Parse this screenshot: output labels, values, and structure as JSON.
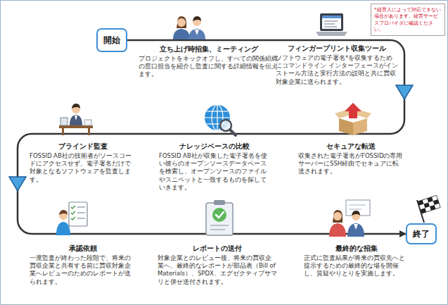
{
  "diagram": {
    "nodes": [
      {
        "text": [
          "開始"
        ]
      },
      {
        "text": [
          "立ち上げ時招集、ミーティング",
          "プロジェクトをキックオフし、すべての関係組織の窓口担当を紹介し監査に関する詳細情報を伝えます。"
        ]
      },
      {
        "text": [
          "フィンガープリント収集ツール",
          "ソフトウェアの電子署名*を収集するためにコマンドライン インターフェースがインストール方法と実行方法の説明と共に買収対象企業に送られます。"
        ]
      },
      {
        "text": [
          "セキュアな転送",
          "収集された電子署名がFOSSIDの専用サーバーにSSH経由でセキュアに転送されます。"
        ]
      },
      {
        "text": [
          "ナレッジベースの比較",
          "FOSSID AB社が収集した電子署名を使い彼らのオープンソースデータベースを検索し、オープンソースのファイルやスニペットと一致するものを探していきます。"
        ]
      },
      {
        "text": [
          "ブラインド監査",
          "FOSSID AB社の技術者がソースコードにアクセスせず、電子署名だけで対象となるソフトウェアを監査します。"
        ]
      },
      {
        "text": [
          "承認依頼",
          "一度監査が終わった段階で、将来の買収企業と共有する前に買収対象企業へレビューのためのレポートが送られます。"
        ]
      },
      {
        "text": [
          "レポートの送付",
          "対象企業とのレビュー後、将来の買収企業へ、最終的なレポートが部品表（Bill of Materials）、SPDX、エグゼクティブサマリと併せ送付されます。"
        ]
      },
      {
        "text": [
          "最終的な招集",
          "正式に監査結果が将来の買収先へと提示するための最終的な場を開催し、質疑やりとりを実施します。"
        ]
      },
      {
        "text": [
          "終了"
        ]
      },
      {
        "text": [
          "*経営人によって対応できない場合があります。経営サービスプロバイダに確認ください。"
        ]
      }
    ],
    "edges": [
      {
        "from": 0,
        "to": 9,
        "arrow": "to"
      }
    ]
  }
}
